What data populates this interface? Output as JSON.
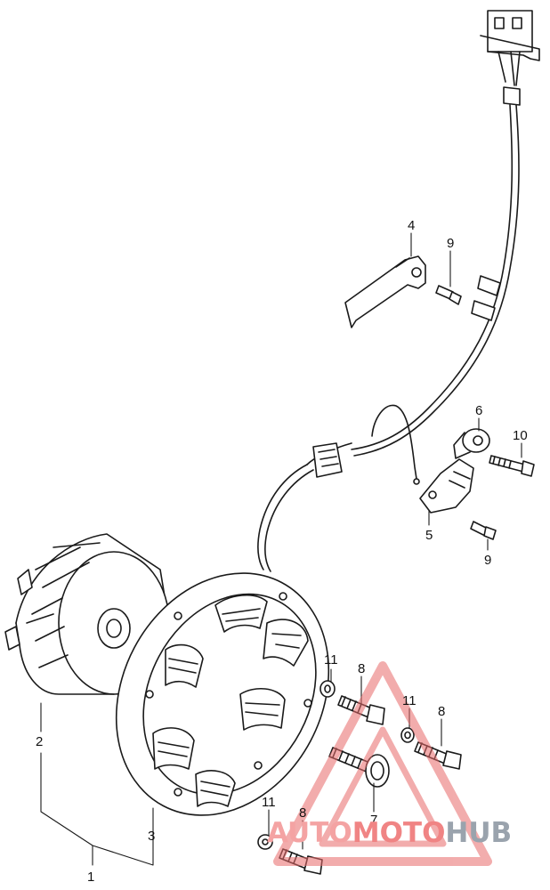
{
  "callouts": {
    "c1": "1",
    "c2": "2",
    "c3": "3",
    "c4": "4",
    "c5": "5",
    "c6": "6",
    "c7": "7",
    "c8a": "8",
    "c8b": "8",
    "c8c": "8",
    "c9a": "9",
    "c9b": "9",
    "c10": "10",
    "c11a": "11",
    "c11b": "11",
    "c11c": "11"
  },
  "watermark": {
    "part1": "AUTO",
    "part2": "MOTO",
    "part3": "HUB"
  },
  "colors": {
    "line": "#1a1a1a",
    "watermark_red": "#e86a6a",
    "watermark_grey": "#9aa3ad"
  }
}
